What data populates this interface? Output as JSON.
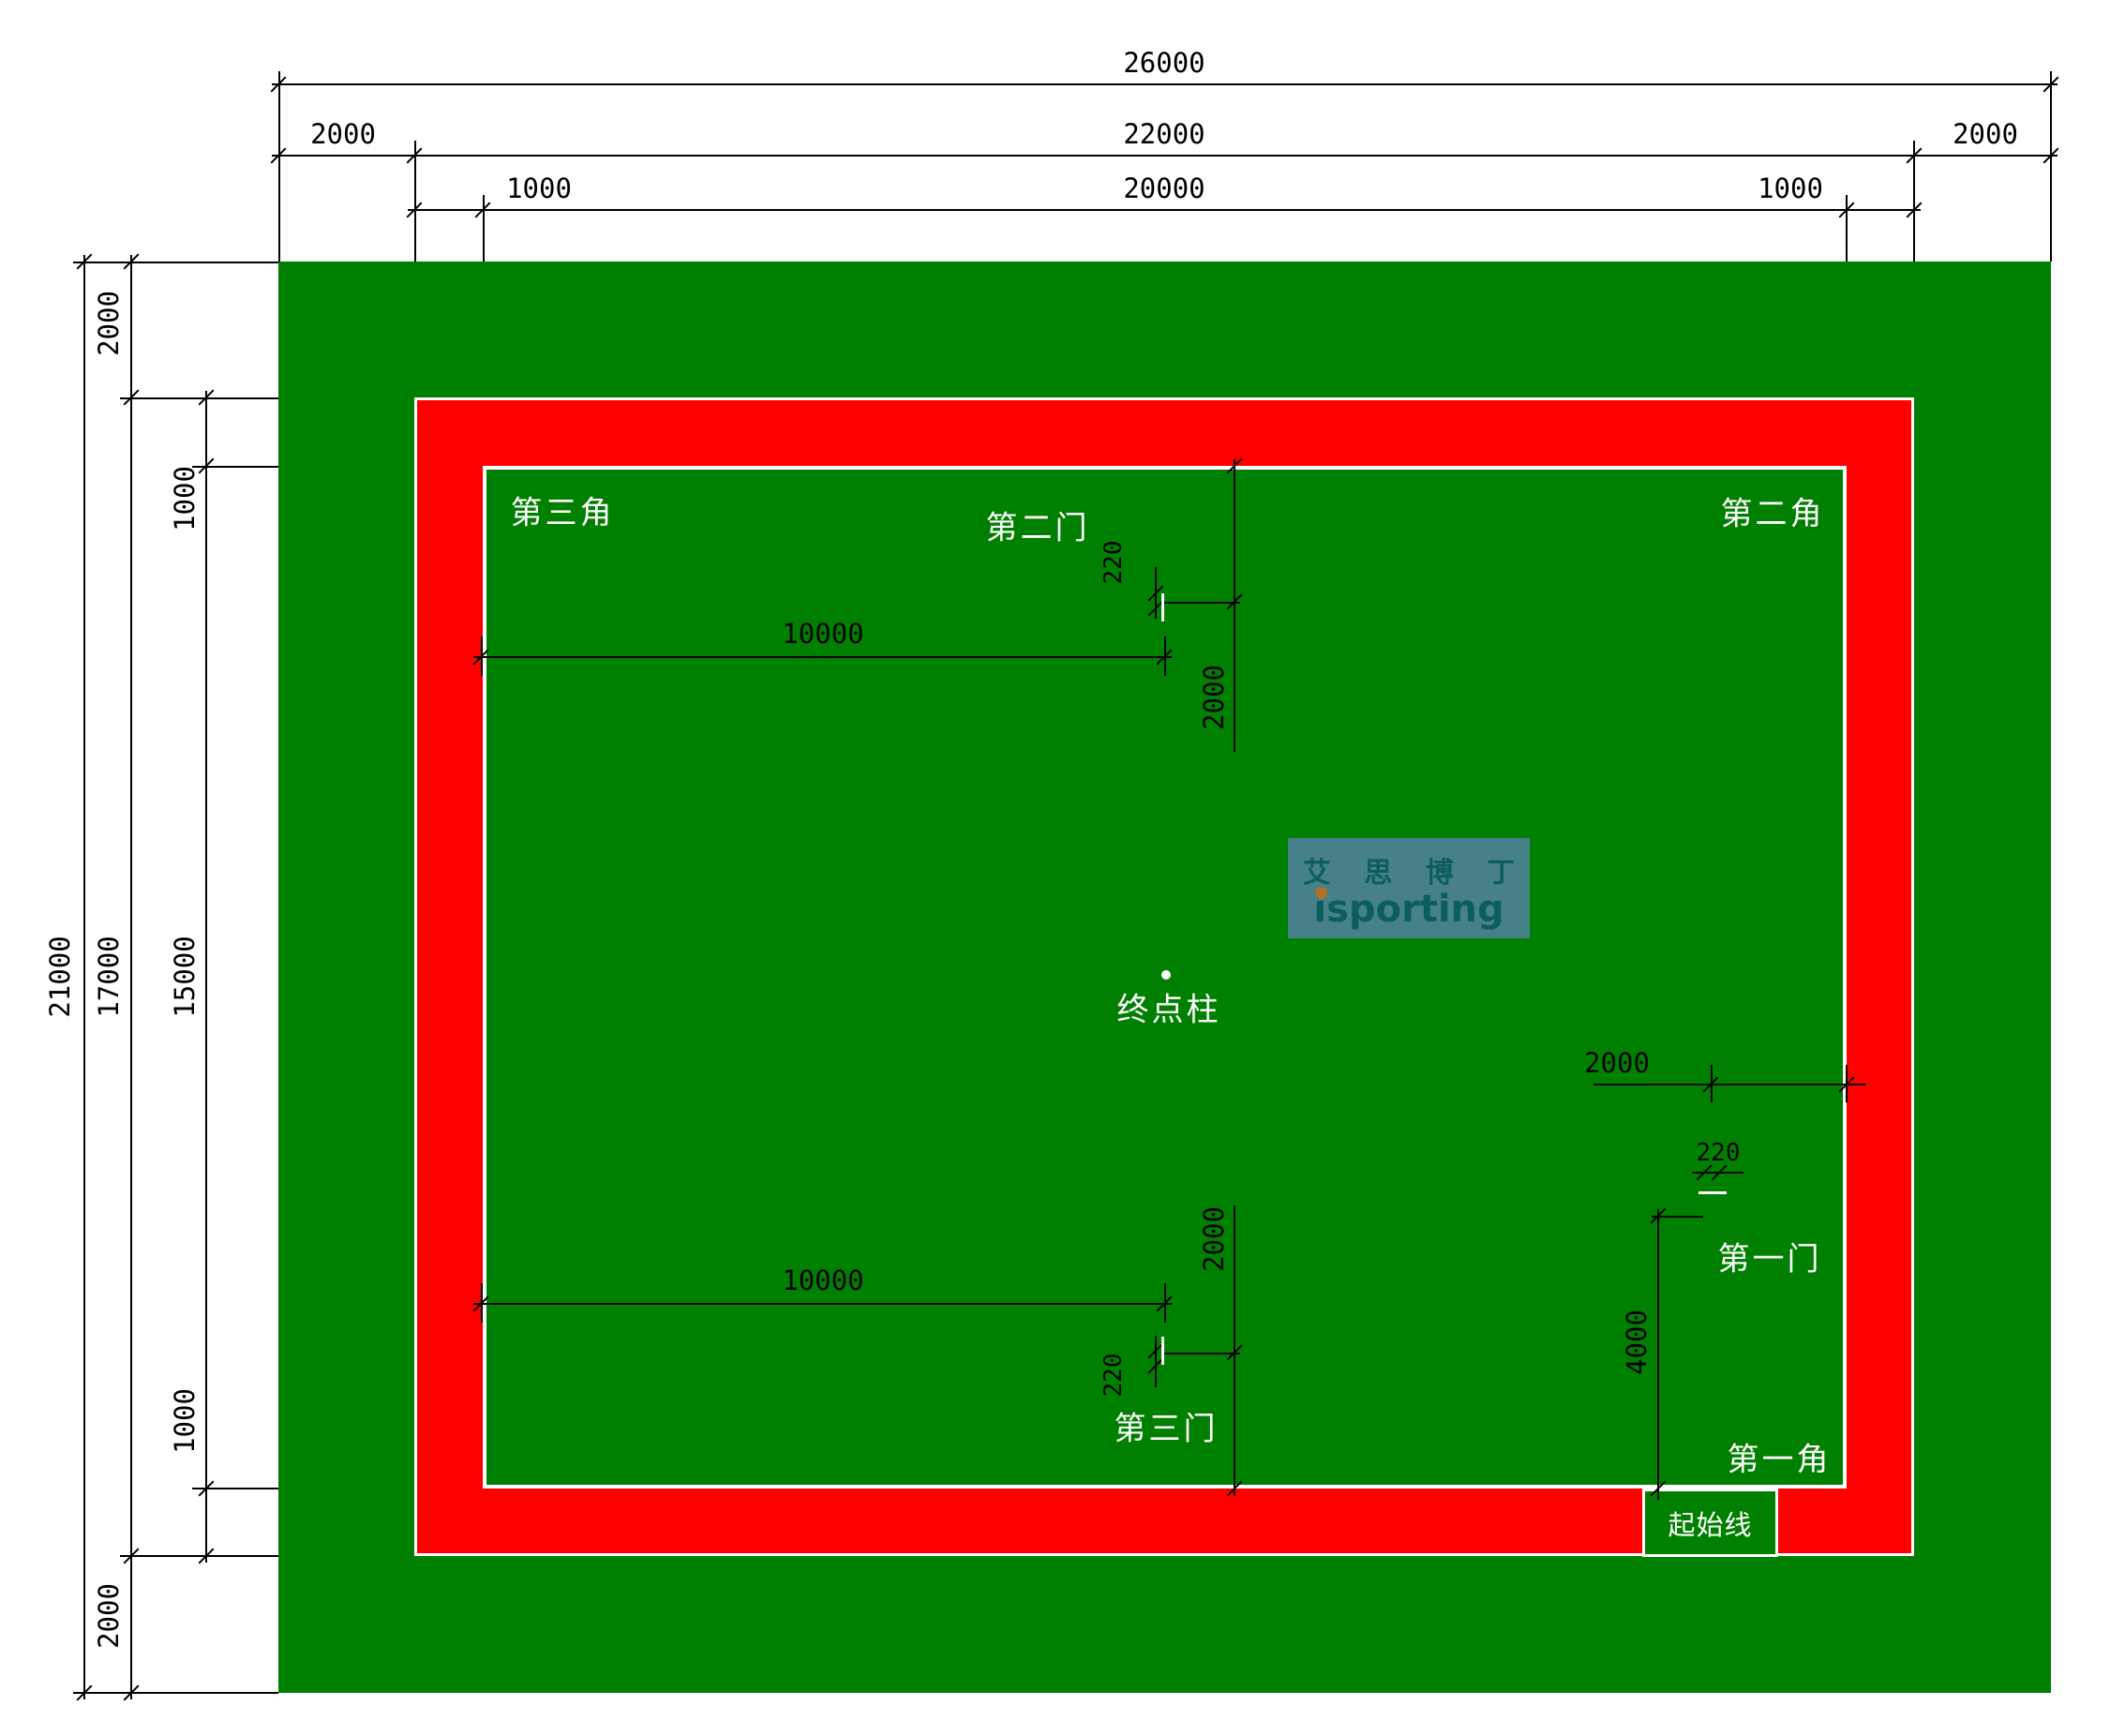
{
  "meta": {
    "title": "门球场地平面图 (gateball court plan)"
  },
  "colors": {
    "field_green": "#008000",
    "track_red": "#fe0000",
    "line_white": "#ffffff",
    "dim_black": "#000000",
    "wm_bg": "#4d8295",
    "wm_text": "#0f5b69",
    "ball_orange": "#c26f2f"
  },
  "dims_top": {
    "overall": "26000",
    "left_margin": "2000",
    "track": "22000",
    "right_margin": "2000",
    "left_band": "1000",
    "inner": "20000",
    "right_band": "1000"
  },
  "dims_left": {
    "overall": "21000",
    "top_margin": "2000",
    "track": "17000",
    "bottom_margin": "2000",
    "top_band": "1000",
    "inner": "15000",
    "bottom_band": "1000"
  },
  "dims_inner": {
    "gate2_offset": "10000",
    "gate2_depth": "2000",
    "gate2_width": "220",
    "gate3_offset": "10000",
    "gate3_depth": "2000",
    "gate3_width": "220",
    "gate1_offset": "2000",
    "gate1_width": "220",
    "gate1_depth": "4000"
  },
  "labels": {
    "corner3": "第三角",
    "gate2": "第二门",
    "corner2": "第二角",
    "goal_pole": "终点柱",
    "gate1": "第一门",
    "gate3": "第三门",
    "corner1": "第一角",
    "start_line": "起始线"
  },
  "watermark": {
    "cn": "艾 思 博 丁",
    "en_i": "i",
    "en_rest": "sporting"
  }
}
